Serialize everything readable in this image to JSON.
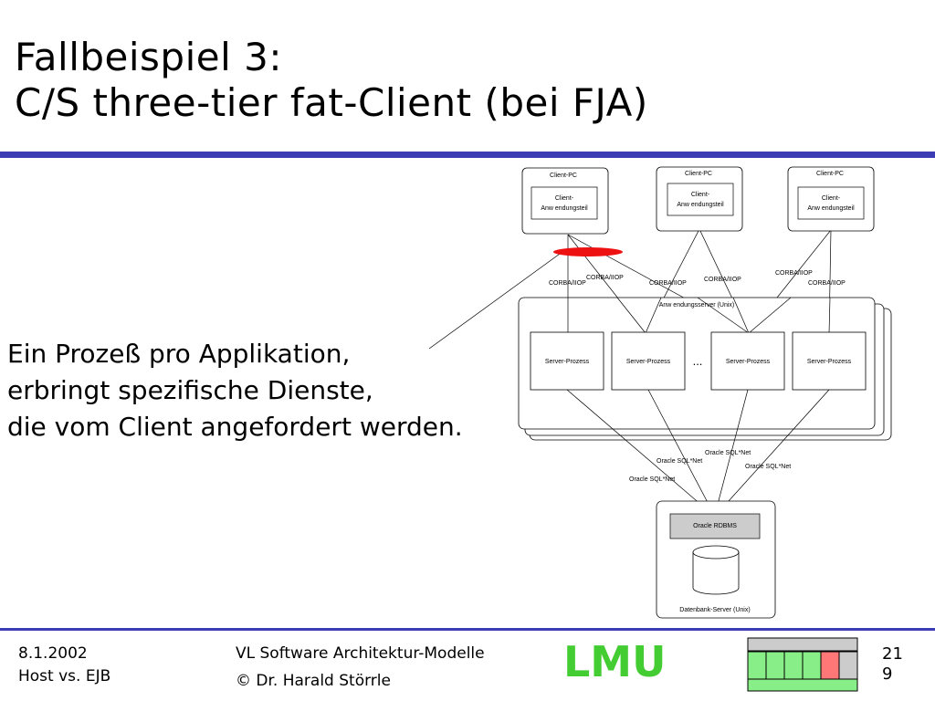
{
  "slide": {
    "title_line1": "Fallbeispiel 3:",
    "title_line2": "C/S three-tier fat-Client (bei FJA)",
    "body": [
      "Ein Prozeß pro Applikation,",
      "erbringt spezifische Dienste,",
      "die vom Client angefordert werden."
    ]
  },
  "diagram": {
    "clients": [
      {
        "title": "Client-PC",
        "box_line1": "Client-",
        "box_line2": "Anw endungsteil"
      },
      {
        "title": "Client-PC",
        "box_line1": "Client-",
        "box_line2": "Anw endungsteil"
      },
      {
        "title": "Client-PC",
        "box_line1": "Client-",
        "box_line2": "Anw endungsteil"
      }
    ],
    "corba_labels": [
      "CORBA/IIOP",
      "CORBA/IIOP",
      "CORBA/IIOP",
      "CORBA/IIOP",
      "CORBA/IIOP",
      "CORBA/IIOP"
    ],
    "app_server_label": "Anw endungsserver (Unix)",
    "server_processes": [
      "Server-Prozess",
      "Server-Prozess",
      "Server-Prozess",
      "Server-Prozess"
    ],
    "ellipsis": "...",
    "sqlnet_labels": [
      "Oracle SQL*Net",
      "Oracle SQL*Net",
      "Oracle SQL*Net",
      "Oracle SQL*Net"
    ],
    "rdbms_label": "Oracle RDBMS",
    "db_server_label": "Datenbank-Server (Unix)",
    "highlight_color": "#ee1111"
  },
  "footer": {
    "date": "8.1.2002",
    "subtitle": "Host vs. EJB",
    "course": "VL Software Architektur-Modelle",
    "author": "© Dr. Harald Störrle",
    "slide_number_line1": "21",
    "slide_number_line2": "9"
  },
  "logo": {
    "text": "LMU",
    "color": "#44cc33"
  },
  "nav_colors": {
    "frame": "#cccccc",
    "cell": "#88ee88",
    "current": "#ff7777"
  }
}
